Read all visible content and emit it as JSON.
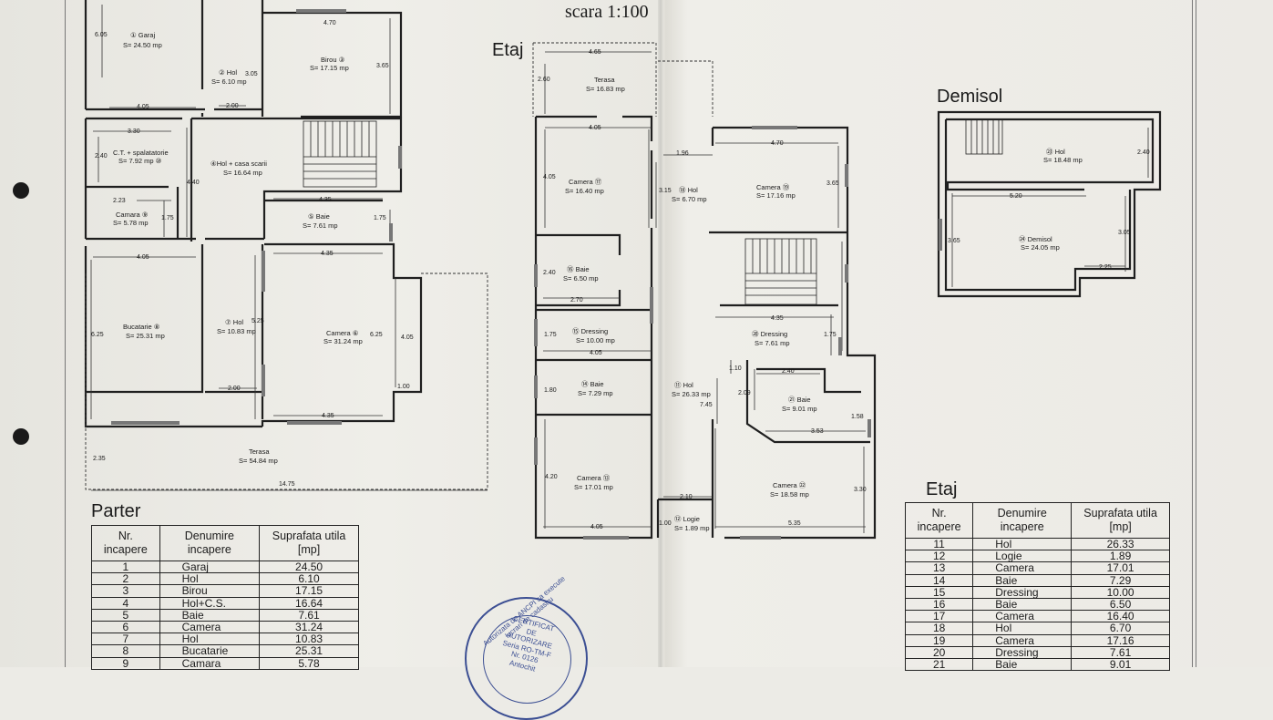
{
  "scale_label": "scara 1:100",
  "headings": {
    "etaj_plan": "Etaj",
    "demisol": "Demisol",
    "parter": "Parter",
    "etaj_table": "Etaj"
  },
  "table_headers": {
    "nr": "Nr. incapere",
    "denumire": "Denumire incapere",
    "suprafata": "Suprafata utila [mp]"
  },
  "parter_rows": [
    {
      "nr": "1",
      "name": "Garaj",
      "area": "24.50"
    },
    {
      "nr": "2",
      "name": "Hol",
      "area": "6.10"
    },
    {
      "nr": "3",
      "name": "Birou",
      "area": "17.15"
    },
    {
      "nr": "4",
      "name": "Hol+C.S.",
      "area": "16.64"
    },
    {
      "nr": "5",
      "name": "Baie",
      "area": "7.61"
    },
    {
      "nr": "6",
      "name": "Camera",
      "area": "31.24"
    },
    {
      "nr": "7",
      "name": "Hol",
      "area": "10.83"
    },
    {
      "nr": "8",
      "name": "Bucatarie",
      "area": "25.31"
    },
    {
      "nr": "9",
      "name": "Camara",
      "area": "5.78"
    }
  ],
  "etaj_rows": [
    {
      "nr": "11",
      "name": "Hol",
      "area": "26.33"
    },
    {
      "nr": "12",
      "name": "Logie",
      "area": "1.89"
    },
    {
      "nr": "13",
      "name": "Camera",
      "area": "17.01"
    },
    {
      "nr": "14",
      "name": "Baie",
      "area": "7.29"
    },
    {
      "nr": "15",
      "name": "Dressing",
      "area": "10.00"
    },
    {
      "nr": "16",
      "name": "Baie",
      "area": "6.50"
    },
    {
      "nr": "17",
      "name": "Camera",
      "area": "16.40"
    },
    {
      "nr": "18",
      "name": "Hol",
      "area": "6.70"
    },
    {
      "nr": "19",
      "name": "Camera",
      "area": "17.16"
    },
    {
      "nr": "20",
      "name": "Dressing",
      "area": "7.61"
    },
    {
      "nr": "21",
      "name": "Baie",
      "area": "9.01"
    }
  ],
  "parter_plan_labels": {
    "garaj": "① Garaj",
    "garaj_s": "S= 24.50 mp",
    "hol2": "② Hol",
    "hol2_s": "S= 6.10 mp",
    "birou": "Birou ③",
    "birou_s": "S= 17.15 mp",
    "ct": "C.T. + spalatatorie",
    "ct_s": "S= 7.92 mp ⑩",
    "hol4": "④Hol + casa scarii",
    "hol4_s": "S= 16.64 mp",
    "camara": "Camara ⑨",
    "camara_s": "S= 5.78 mp",
    "baie5": "⑤ Baie",
    "baie5_s": "S= 7.61 mp",
    "bucatarie": "Bucatarie ⑧",
    "bucatarie_s": "S= 25.31 mp",
    "hol7": "⑦ Hol",
    "hol7_s": "S= 10.83 mp",
    "camera6": "Camera ⑥",
    "camera6_s": "S= 31.24 mp",
    "terasa": "Terasa",
    "terasa_s": "S= 54.84 mp",
    "d_605": "6.05",
    "d_405a": "4.05",
    "d_200a": "2.00",
    "d_305": "3.05",
    "d_470": "4.70",
    "d_365": "3.65",
    "d_330": "3.30",
    "d_240": "2.40",
    "d_440": "4.40",
    "d_223": "2.23",
    "d_175a": "1.75",
    "d_435a": "4.35",
    "d_175b": "1.75",
    "d_405b": "4.05",
    "d_435b": "4.35",
    "d_625a": "6.25",
    "d_525": "5.25",
    "d_625b": "6.25",
    "d_405c": "4.05",
    "d_200b": "2.00",
    "d_100": "1.00",
    "d_435c": "4.35",
    "d_235": "2.35",
    "d_1475": "14.75"
  },
  "etaj_plan_labels": {
    "terasa": "Terasa",
    "terasa_s": "S= 16.83 mp",
    "cam17": "Camera ⑰",
    "cam17_s": "S= 16.40 mp",
    "hol18": "⑱ Hol",
    "hol18_s": "S= 6.70 mp",
    "cam19": "Camera ⑲",
    "cam19_s": "S= 17.16 mp",
    "baie16": "⑯ Baie",
    "baie16_s": "S= 6.50 mp",
    "dress15": "⑮ Dressing",
    "dress15_s": "S= 10.00 mp",
    "dress20": "⑳ Dressing",
    "dress20_s": "S= 7.61 mp",
    "baie14": "⑭ Baie",
    "baie14_s": "S= 7.29 mp",
    "hol11": "⑪ Hol",
    "hol11_s": "S= 26.33 mp",
    "baie21": "㉑ Baie",
    "baie21_s": "S= 9.01 mp",
    "cam13": "Camera ⑬",
    "cam13_s": "S= 17.01 mp",
    "logie12": "⑫ Logie",
    "logie12_s": "S= 1.89 mp",
    "cam22": "Camera ㉒",
    "cam22_s": "S= 18.58 mp",
    "d_465": "4.65",
    "d_260": "2.60",
    "d_405a": "4.05",
    "d_405b": "4.05",
    "d_196": "1.96",
    "d_315": "3.15",
    "d_470": "4.70",
    "d_365": "3.65",
    "d_240a": "2.40",
    "d_270": "2.70",
    "d_175a": "1.75",
    "d_405c": "4.05",
    "d_435": "4.35",
    "d_175b": "1.75",
    "d_110": "1.10",
    "d_240b": "2.40",
    "d_209": "2.09",
    "d_180": "1.80",
    "d_745": "7.45",
    "d_158": "1.58",
    "d_353": "3.53",
    "d_420": "4.20",
    "d_210": "2.10",
    "d_330": "3.30",
    "d_100": "1.00",
    "d_405d": "4.05",
    "d_535": "5.35"
  },
  "demisol_plan_labels": {
    "hol23": "㉓ Hol",
    "hol23_s": "S= 18.48 mp",
    "dem24": "㉔ Demisol",
    "dem24_s": "S= 24.05 mp",
    "d_240": "2.40",
    "d_520": "5.20",
    "d_365": "3.65",
    "d_305": "3.05",
    "d_225": "2.25"
  },
  "stamp": {
    "ring": "Autorizata de ANCPI sa execute lucrari de cadastru",
    "line1": "CERTIFICAT",
    "line2": "DE",
    "line3": "AUTORIZARE",
    "line4": "Seria RO-TM-F",
    "line5": "Nr. 0126",
    "line6": "Antochit"
  }
}
